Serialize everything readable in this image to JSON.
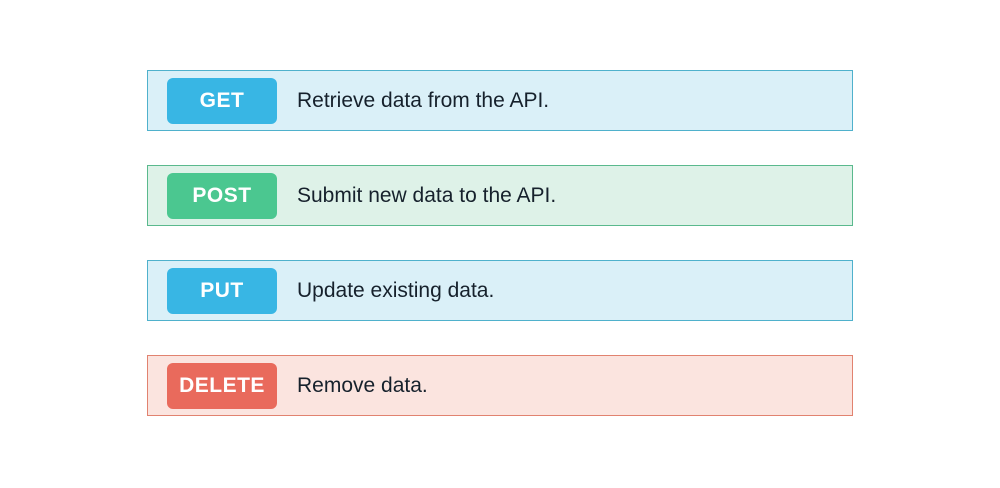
{
  "page": {
    "background_color": "#ffffff",
    "text_color": "#16212c",
    "badge_text_color": "#ffffff"
  },
  "rows": [
    {
      "method": "GET",
      "description": "Retrieve data from the API.",
      "badge_color": "#38b6e4",
      "card_bg": "#daf0f8",
      "card_border": "#4fb1cc"
    },
    {
      "method": "POST",
      "description": "Submit new data to the API.",
      "badge_color": "#4bc790",
      "card_bg": "#def2e8",
      "card_border": "#5ab98d"
    },
    {
      "method": "PUT",
      "description": "Update existing data.",
      "badge_color": "#38b6e4",
      "card_bg": "#daf0f8",
      "card_border": "#4fb1cc"
    },
    {
      "method": "DELETE",
      "description": "Remove data.",
      "badge_color": "#e96a5c",
      "card_bg": "#fbe4df",
      "card_border": "#e1826f"
    }
  ]
}
